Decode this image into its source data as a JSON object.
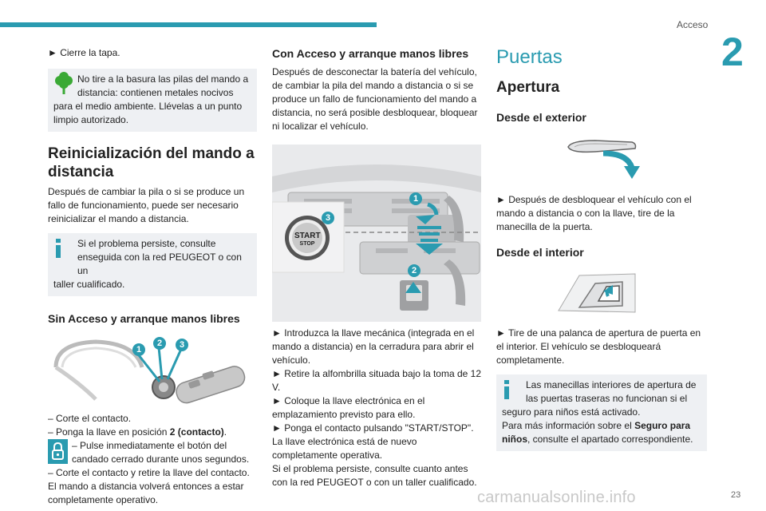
{
  "header": {
    "section_label": "Acceso",
    "chapter_number": "2",
    "page_number": "23"
  },
  "watermark": "carmanualsonline.info",
  "col1": {
    "step_close": "► Cierre la tapa.",
    "eco_note": "No tire a la basura las pilas del mando a distancia: contienen metales nocivos para el medio ambiente. Llévelas a un punto limpio autorizado.",
    "eco_note_first": "No tire a la basura las pilas del mando a",
    "eco_note_second": "distancia: contienen metales nocivos",
    "eco_note_rest": "para el medio ambiente. Llévelas a un punto limpio autorizado.",
    "reset_title": "Reinicialización del mando a distancia",
    "reset_text": "Después de cambiar la pila o si se produce un fallo de funcionamiento, puede ser necesario reinicializar el mando a distancia.",
    "info_note_first": "Si el problema persiste, consulte",
    "info_note_second": "enseguida con la red PEUGEOT o con un",
    "info_note_rest": "taller cualificado.",
    "no_access_title": "Sin Acceso y arranque manos libres",
    "steps": {
      "s1": "– Corte el contacto.",
      "s2_pre": "– Ponga la llave en posición ",
      "s2_bold": "2 (contacto)",
      "s2_post": ".",
      "s3_first": "– Pulse inmediatamente el botón del",
      "s3_second": "candado cerrado durante unos segundos.",
      "s4": "– Corte el contacto y retire la llave del contacto.",
      "s5": "El mando a distancia volverá entonces a estar completamente operativo."
    },
    "badges": [
      "1",
      "2",
      "3"
    ]
  },
  "col2": {
    "title": "Con Acceso y arranque manos libres",
    "intro": "Después de desconectar la batería del vehículo, de cambiar la pila del mando a distancia o si se produce un fallo de funcionamiento del mando a distancia, no será posible desbloquear, bloquear ni localizar el vehículo.",
    "image_labels": {
      "start_top": "START",
      "start_bottom": "STOP"
    },
    "badges": [
      "1",
      "2",
      "3"
    ],
    "steps": [
      "► Introduzca la llave mecánica (integrada en el mando a distancia) en la cerradura para abrir el vehículo.",
      "► Retire la alfombrilla situada bajo la toma de 12 V.",
      "► Coloque la llave electrónica en el emplazamiento previsto para ello.",
      "► Ponga el contacto pulsando \"START/STOP\". La llave electrónica está de nuevo completamente operativa.",
      "Si el problema persiste, consulte cuanto antes con la red PEUGEOT o con un taller cualificado."
    ]
  },
  "col3": {
    "section_title": "Puertas",
    "sub_title": "Apertura",
    "exterior_title": "Desde el exterior",
    "exterior_text": "► Después de desbloquear el vehículo con el mando a distancia o con la llave, tire de la manecilla de la puerta.",
    "interior_title": "Desde el interior",
    "interior_text": "► Tire de una palanca de apertura de puerta en el interior. El vehículo se desbloqueará completamente.",
    "note_first": "Las manecillas interiores de apertura de",
    "note_second": "las puertas traseras no funcionan si el",
    "note_third": "seguro para niños está activado.",
    "note_pre": "Para más información sobre el ",
    "note_bold": "Seguro para niños",
    "note_post": ", consulte el apartado correspondiente."
  },
  "colors": {
    "accent": "#2a9bb0",
    "eco": "#3aa935",
    "note_bg": "#eef0f3"
  }
}
